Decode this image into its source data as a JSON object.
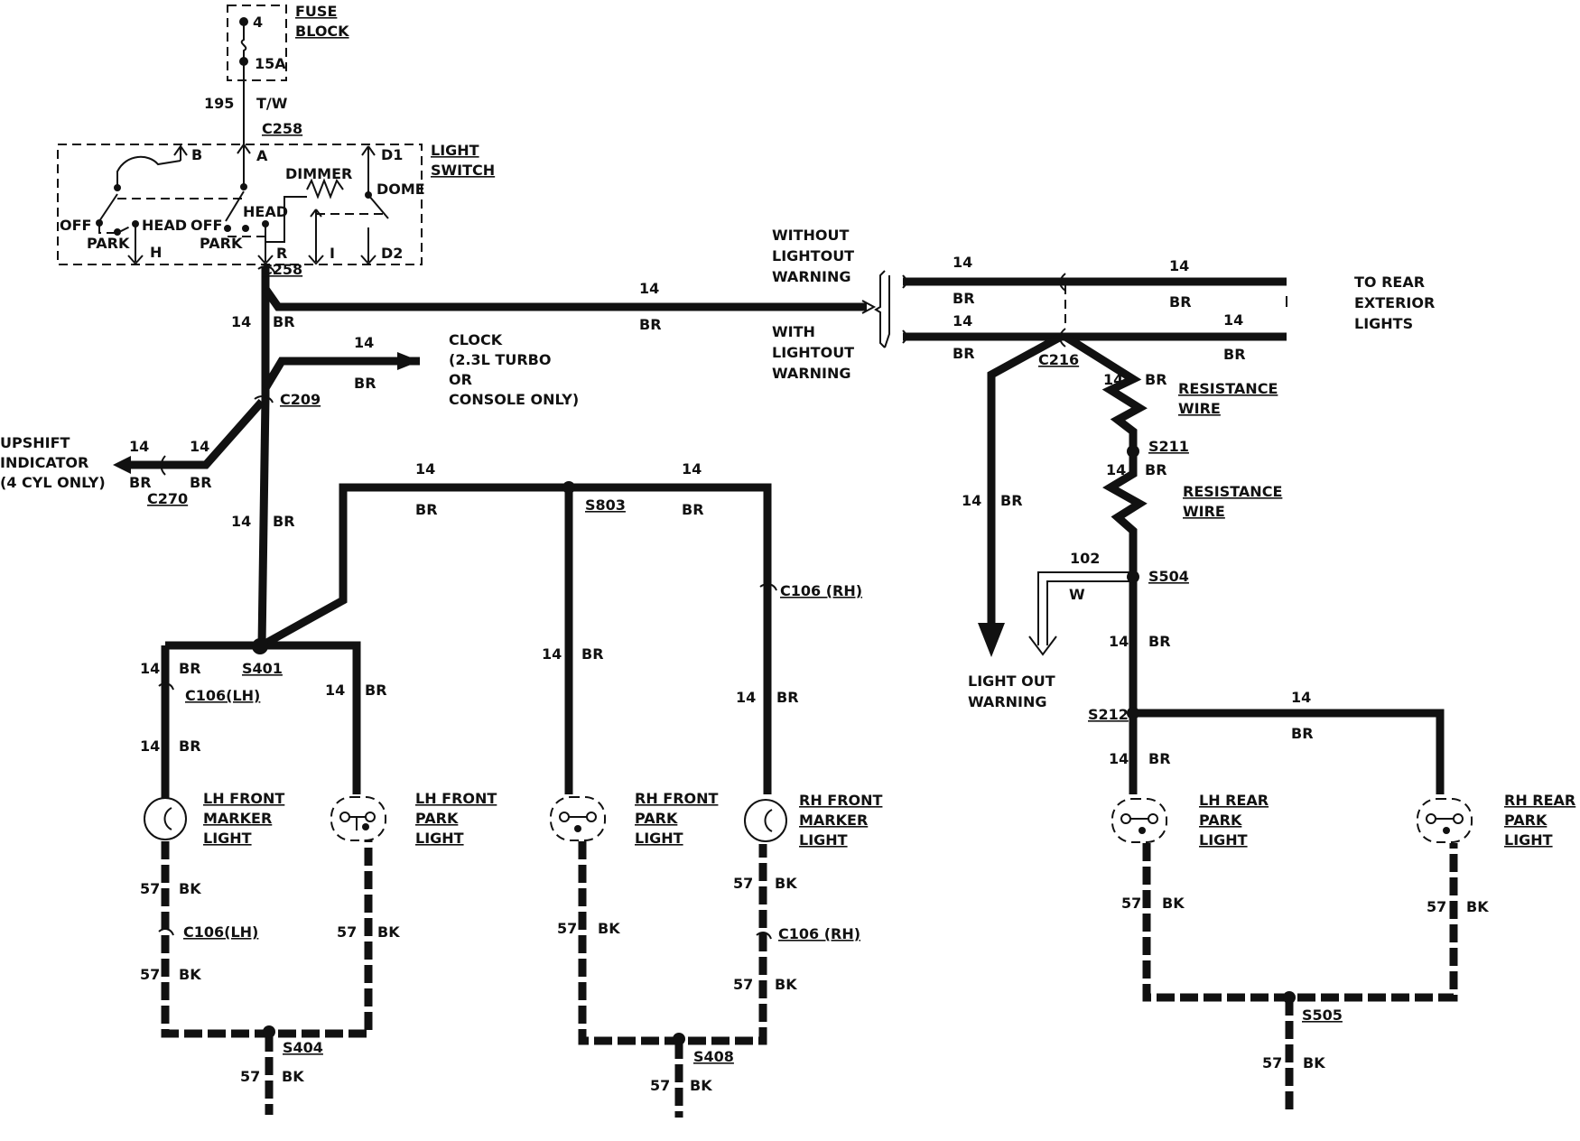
{
  "fuse": {
    "number": "4",
    "rating": "15A",
    "title1": "FUSE",
    "title2": "BLOCK"
  },
  "feed": {
    "circuit": "195",
    "color": "T/W",
    "conn_top": "C258",
    "conn_bottom": "C258"
  },
  "switch": {
    "title1": "LIGHT",
    "title2": "SWITCH",
    "pins": {
      "a": "A",
      "b": "B",
      "d1": "D1",
      "d2": "D2",
      "h": "H",
      "r": "R",
      "i": "I"
    },
    "positions": {
      "off1": "OFF",
      "park1": "PARK",
      "head1": "HEAD",
      "off2": "OFF",
      "park2": "PARK",
      "head2": "HEAD",
      "dimmer": "DIMMER",
      "dome": "DOME"
    }
  },
  "wire": {
    "gauge_br": "14",
    "color_br": "BR",
    "gauge_bk": "57",
    "color_bk": "BK",
    "gauge_w": "102",
    "color_w": "W"
  },
  "clock": {
    "line1": "CLOCK",
    "line2": "(2.3L TURBO",
    "line3": "OR",
    "line4": "CONSOLE ONLY)"
  },
  "upshift": {
    "line1": "UPSHIFT",
    "line2": "INDICATOR",
    "line3": "(4 CYL ONLY)",
    "conn": "C270"
  },
  "warning": {
    "without1": "WITHOUT",
    "without2": "LIGHTOUT",
    "without3": "WARNING",
    "with1": "WITH",
    "with2": "LIGHTOUT",
    "with3": "WARNING",
    "out1": "LIGHT OUT",
    "out2": "WARNING"
  },
  "rear": {
    "line1": "TO REAR",
    "line2": "EXTERIOR",
    "line3": "LIGHTS"
  },
  "resistance": {
    "line1": "RESISTANCE",
    "line2": "WIRE"
  },
  "connectors": {
    "c209": "C209",
    "c216": "C216",
    "c106lh": "C106(LH)",
    "c106rh": "C106 (RH)",
    "s401": "S401",
    "s803": "S803",
    "s211": "S211",
    "s504": "S504",
    "s212": "S212",
    "s404": "S404",
    "s408": "S408",
    "s505": "S505"
  },
  "lights": {
    "lh_marker": [
      "LH FRONT",
      "MARKER",
      "LIGHT"
    ],
    "lh_park": [
      "LH FRONT",
      "PARK",
      "LIGHT"
    ],
    "rh_park": [
      "RH FRONT",
      "PARK",
      "LIGHT"
    ],
    "rh_marker": [
      "RH FRONT",
      "MARKER",
      "LIGHT"
    ],
    "lh_rear": [
      "LH REAR",
      "PARK",
      "LIGHT"
    ],
    "rh_rear": [
      "RH REAR",
      "PARK",
      "LIGHT"
    ]
  }
}
